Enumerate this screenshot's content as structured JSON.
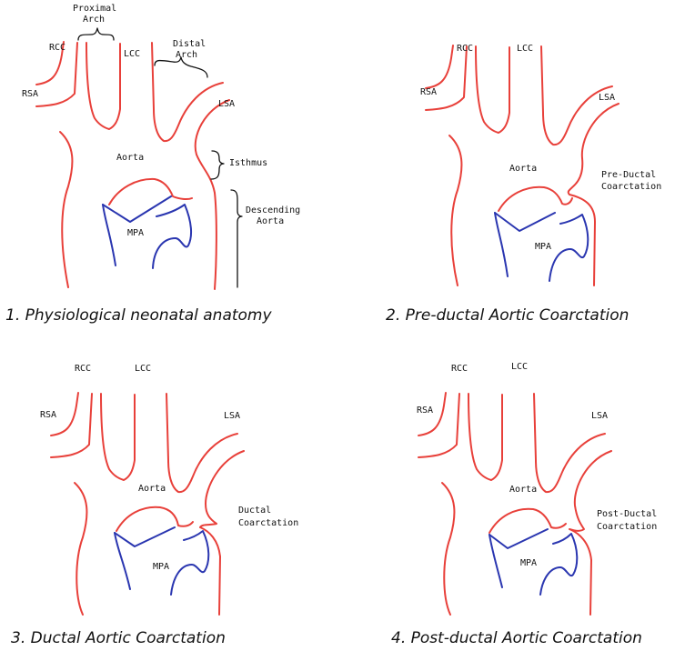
{
  "colors": {
    "vessel": "#e8403a",
    "mpa": "#2a36b0",
    "text": "#111111"
  },
  "panels": [
    {
      "caption": "1. Physiological  neonatal anatomy",
      "labels": {
        "rsa": "RSA",
        "rcc": "RCC",
        "lcc": "LCC",
        "lsa": "LSA",
        "aorta": "Aorta",
        "mpa": "MPA",
        "proximal_1": "Proximal",
        "proximal_2": "Arch",
        "distal_1": "Distal",
        "distal_2": "Arch",
        "isthmus": "Isthmus",
        "descending_1": "Descending",
        "descending_2": "Aorta"
      }
    },
    {
      "caption": "2. Pre-ductal Aortic Coarctation",
      "labels": {
        "rsa": "RSA",
        "rcc": "RCC",
        "lcc": "LCC",
        "lsa": "LSA",
        "aorta": "Aorta",
        "mpa": "MPA",
        "coarct_1": "Pre-Ductal",
        "coarct_2": "Coarctation"
      }
    },
    {
      "caption": "3. Ductal Aortic Coarctation",
      "labels": {
        "rsa": "RSA",
        "rcc": "RCC",
        "lcc": "LCC",
        "lsa": "LSA",
        "aorta": "Aorta",
        "mpa": "MPA",
        "coarct_1": "Ductal",
        "coarct_2": "Coarctation"
      }
    },
    {
      "caption": "4. Post-ductal Aortic Coarctation",
      "labels": {
        "rsa": "RSA",
        "rcc": "RCC",
        "lcc": "LCC",
        "lsa": "LSA",
        "aorta": "Aorta",
        "mpa": "MPA",
        "coarct_1": "Post-Ductal",
        "coarct_2": "Coarctation"
      }
    }
  ]
}
